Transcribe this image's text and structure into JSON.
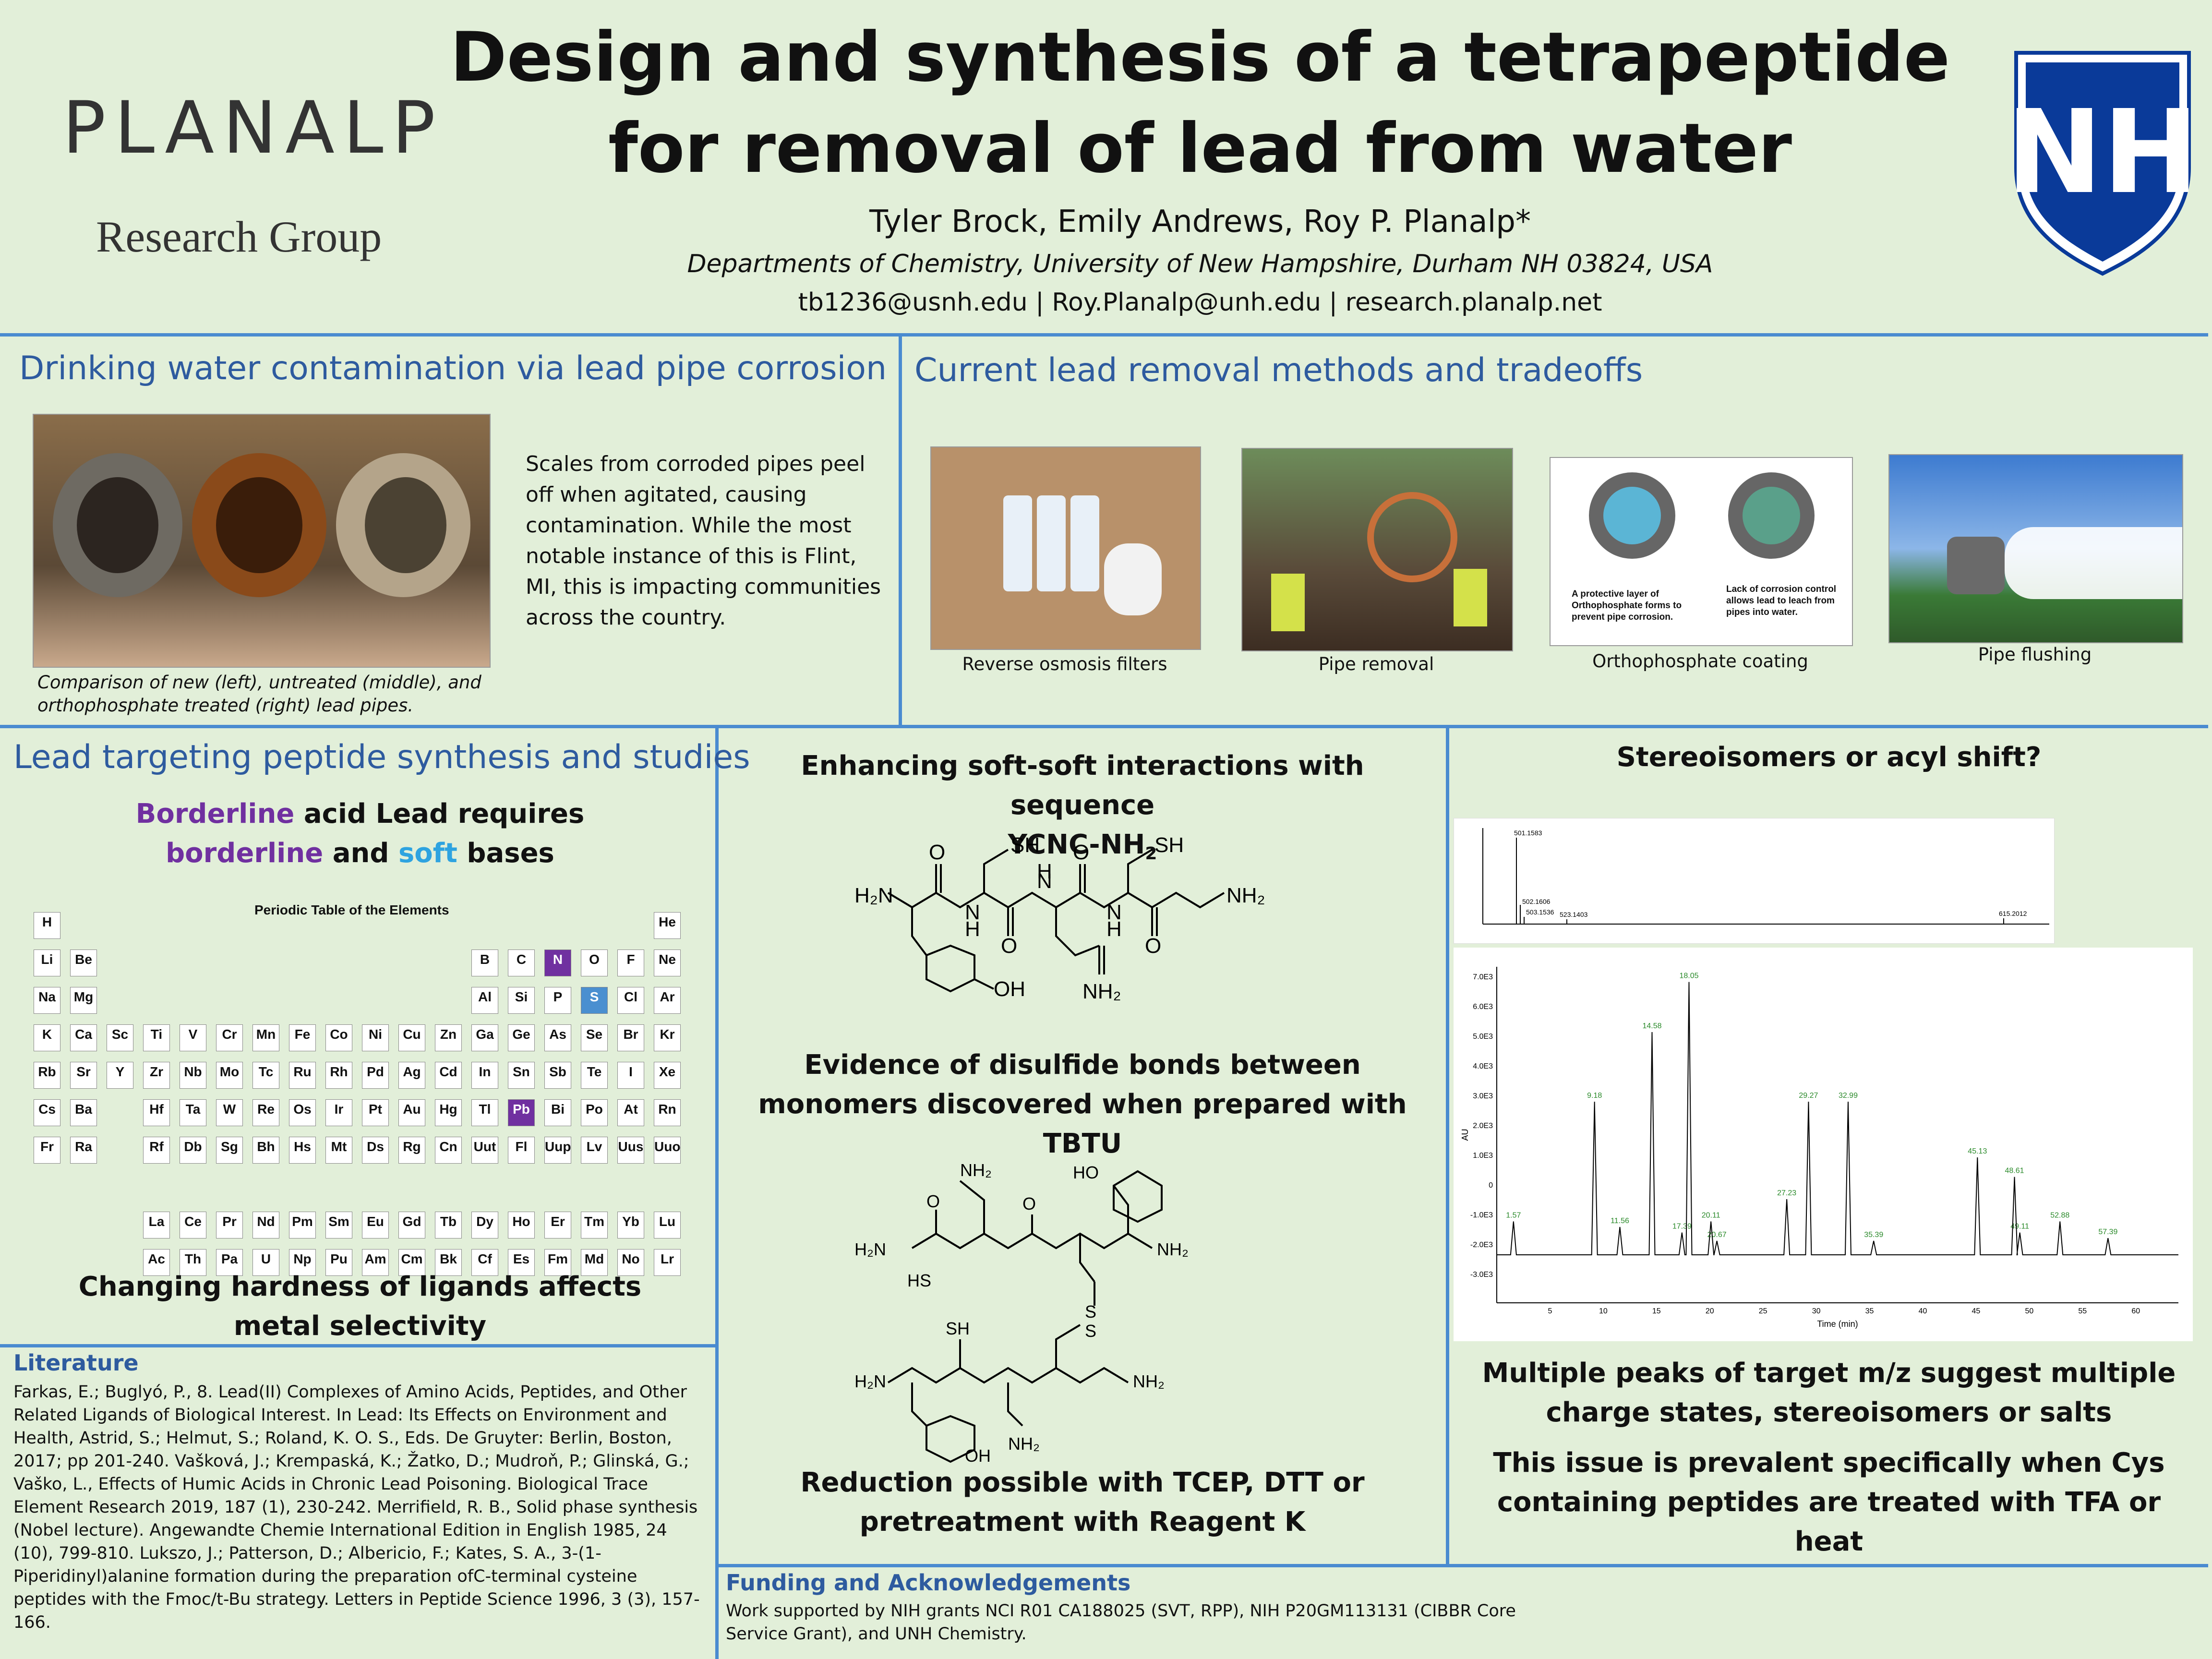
{
  "header": {
    "title_line1": "Design and synthesis of a tetrapeptide",
    "title_line2": "for removal of lead from water",
    "authors": "Tyler Brock, Emily Andrews, Roy P. Planalp*",
    "affiliation": "Departments of Chemistry, University of New Hampshire, Durham NH 03824, USA",
    "contact": "tb1236@usnh.edu | Roy.Planalp@unh.edu | research.planalp.net",
    "logo_left_wordmark": "PLANALP",
    "logo_left_sub": "Research Group",
    "logo_right": "NH"
  },
  "section_contamination": {
    "title": "Drinking water contamination via lead pipe corrosion",
    "photo_caption": "Comparison of new (left), untreated (middle), and orthophosphate treated (right) lead pipes.",
    "body": "Scales from corroded pipes peel off when agitated, causing contamination. While the most notable instance of this is Flint, MI, this is impacting communities across the country."
  },
  "section_methods": {
    "title": "Current lead removal methods and tradeoffs",
    "items": [
      {
        "caption": "Reverse osmosis filters"
      },
      {
        "caption": "Pipe removal"
      },
      {
        "caption": "Orthophosphate coating",
        "inset_left": "A protective layer of Orthophosphate forms to prevent pipe corrosion.",
        "inset_right": "Lack of corrosion control allows lead to leach from pipes into water."
      },
      {
        "caption": "Pipe flushing"
      }
    ]
  },
  "section_peptide": {
    "title": "Lead targeting peptide synthesis and studies",
    "hsab_part1": "Borderline",
    "hsab_part2": " acid Lead requires",
    "hsab_part3": "borderline",
    "hsab_part4": " and ",
    "hsab_part5": "soft",
    "hsab_part6": " bases",
    "periodic_title": "Periodic Table of the Elements",
    "periodic_footer": "Changing hardness of ligands affects metal selectivity",
    "colors": {
      "borderline": "#7030a0",
      "soft": "#2ea3e0"
    }
  },
  "section_sequence": {
    "heading1": "Enhancing soft-soft interactions with sequence",
    "heading1b": "YCNC-NH",
    "heading1_sub": "2",
    "heading2": "Evidence of disulfide bonds between monomers discovered when prepared with TBTU",
    "heading3": "Reduction possible with TCEP, DTT or pretreatment with Reagent K"
  },
  "section_stereo": {
    "title": "Stereoisomers or acyl shift?",
    "note1": "Multiple peaks of target m/z suggest multiple charge states, stereoisomers or salts",
    "note2": "This issue is prevalent specifically when Cys containing peptides are treated with TFA or heat",
    "chromatogram_xlabel": "Time (min)",
    "chromatogram_ylabel": "AU",
    "chromatogram_peak_labels": [
      "1.57",
      "9.18",
      "11.56",
      "14.58",
      "17.39",
      "18.05",
      "20.11",
      "20.67",
      "27.23",
      "29.27",
      "32.99",
      "35.39",
      "45.13",
      "48.61",
      "49.11",
      "52.88",
      "57.39"
    ],
    "chromatogram_yticks": [
      "7.0E3",
      "6.0E3",
      "5.0E3",
      "4.0E3",
      "3.0E3",
      "2.0E3",
      "1.0E3",
      "0",
      "-1.0E3",
      "-2.0E3",
      "-3.0E3"
    ],
    "chromatogram_xticks": [
      "5",
      "10",
      "15",
      "20",
      "25",
      "30",
      "35",
      "40",
      "45",
      "50",
      "55",
      "60"
    ],
    "ms_main_peaks": [
      "501.1583",
      "502.1606",
      "503.1536",
      "523.1403",
      "615.2012"
    ]
  },
  "literature": {
    "title": "Literature",
    "body": "Farkas, E.; Buglyó, P., 8. Lead(II) Complexes of Amino Acids, Peptides, and Other Related Ligands of Biological Interest. In Lead: Its Effects on Environment and Health, Astrid, S.; Helmut, S.; Roland, K. O. S., Eds. De Gruyter: Berlin, Boston, 2017; pp 201-240. Vašková, J.; Krempaská, K.; Žatko, D.; Mudroň, P.; Glinská, G.; Vaško, L., Effects of Humic Acids in Chronic Lead Poisoning. Biological Trace Element Research 2019, 187 (1), 230-242. Merrifield, R. B., Solid phase synthesis (Nobel lecture). Angewandte Chemie International Edition in English 1985, 24 (10), 799-810. Lukszo, J.; Patterson, D.; Albericio, F.; Kates, S. A., 3-(1-Piperidinyl)alanine formation during the preparation ofC-terminal cysteine peptides with the Fmoc/t-Bu strategy. Letters in Peptide Science 1996, 3 (3), 157-166."
  },
  "funding": {
    "title": "Funding and Acknowledgements",
    "body": "Work supported by NIH grants NCI R01 CA188025 (SVT, RPP), NIH P20GM113131 (CIBBR Core Service Grant), and UNH Chemistry."
  }
}
